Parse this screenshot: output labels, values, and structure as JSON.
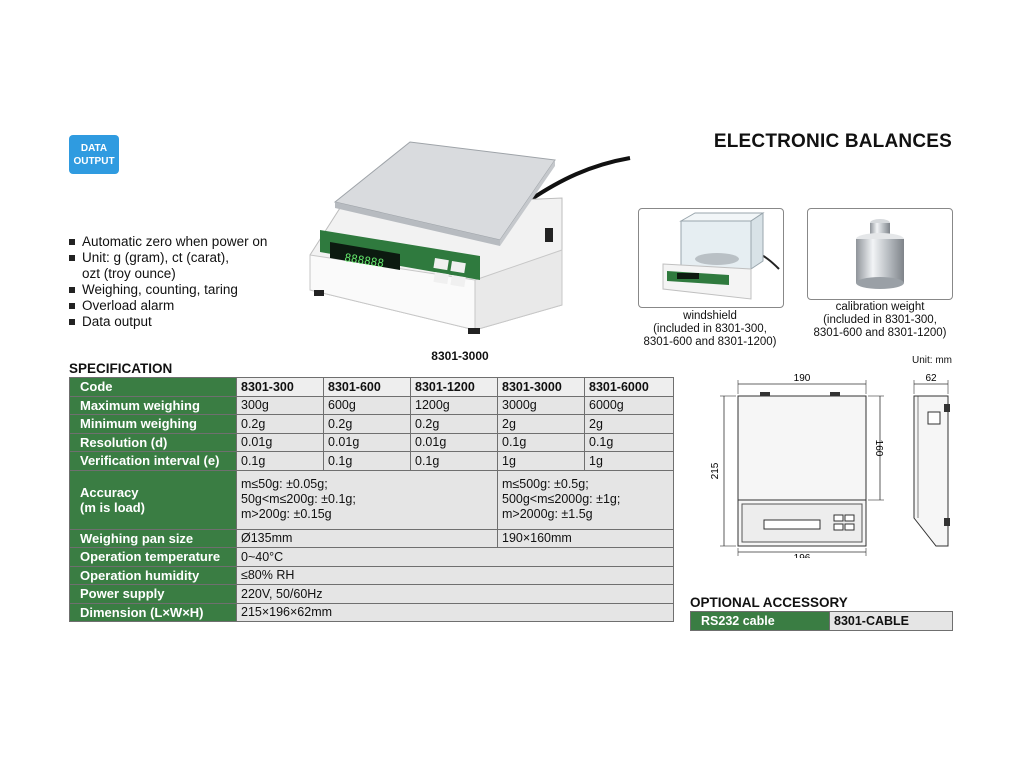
{
  "badge": {
    "line1": "DATA",
    "line2": "OUTPUT"
  },
  "title": "ELECTRONIC BALANCES",
  "features": [
    "Automatic zero when power on",
    "Unit: g (gram), ct (carat),",
    "ozt (troy ounce)",
    "Weighing, counting, taring",
    "Overload alarm",
    "Data output"
  ],
  "product_caption": "8301-3000",
  "accessories": [
    {
      "caption": [
        "windshield",
        "(included in 8301-300,",
        "8301-600 and 8301-1200)"
      ]
    },
    {
      "caption": [
        "calibration weight",
        "(included in 8301-300,",
        "8301-600 and 8301-1200)"
      ]
    }
  ],
  "spec": {
    "title": "SPECIFICATION",
    "code_label": "Code",
    "codes": [
      "8301-300",
      "8301-600",
      "8301-1200",
      "8301-3000",
      "8301-6000"
    ],
    "rows": [
      {
        "label": "Maximum weighing",
        "values": [
          "300g",
          "600g",
          "1200g",
          "3000g",
          "6000g"
        ]
      },
      {
        "label": "Minimum weighing",
        "values": [
          "0.2g",
          "0.2g",
          "0.2g",
          "2g",
          "2g"
        ]
      },
      {
        "label": "Resolution (d)",
        "values": [
          "0.01g",
          "0.01g",
          "0.01g",
          "0.1g",
          "0.1g"
        ]
      },
      {
        "label": "Verification interval (e)",
        "values": [
          "0.1g",
          "0.1g",
          "0.1g",
          "1g",
          "1g"
        ]
      }
    ],
    "accuracy": {
      "label1": "Accuracy",
      "label2": "(m is load)",
      "group1": [
        "m≤50g: ±0.05g;",
        "50g<m≤200g: ±0.1g;",
        "m>200g: ±0.15g"
      ],
      "group2": [
        "m≤500g: ±0.5g;",
        "500g<m≤2000g: ±1g;",
        "m>2000g: ±1.5g"
      ]
    },
    "pan": {
      "label": "Weighing pan size",
      "group1": "Ø135mm",
      "group2": "190×160mm"
    },
    "common_rows": [
      {
        "label": "Operation temperature",
        "value": "0~40°C"
      },
      {
        "label": "Operation humidity",
        "value": "≤80% RH"
      },
      {
        "label": "Power supply",
        "value": "220V, 50/60Hz"
      },
      {
        "label": "Dimension (L×W×H)",
        "value": "215×196×62mm"
      }
    ]
  },
  "drawing": {
    "unit": "Unit: mm",
    "dims": {
      "top_width": "190",
      "side_width": "62",
      "height": "215",
      "inner_height": "160",
      "bottom_width": "196"
    }
  },
  "optional": {
    "title": "OPTIONAL ACCESSORY",
    "label": "RS232  cable",
    "code": "8301-CABLE"
  },
  "colors": {
    "green": "#3a7d43",
    "cell_gray": "#e5e5e5",
    "badge_blue": "#2f9be0"
  }
}
